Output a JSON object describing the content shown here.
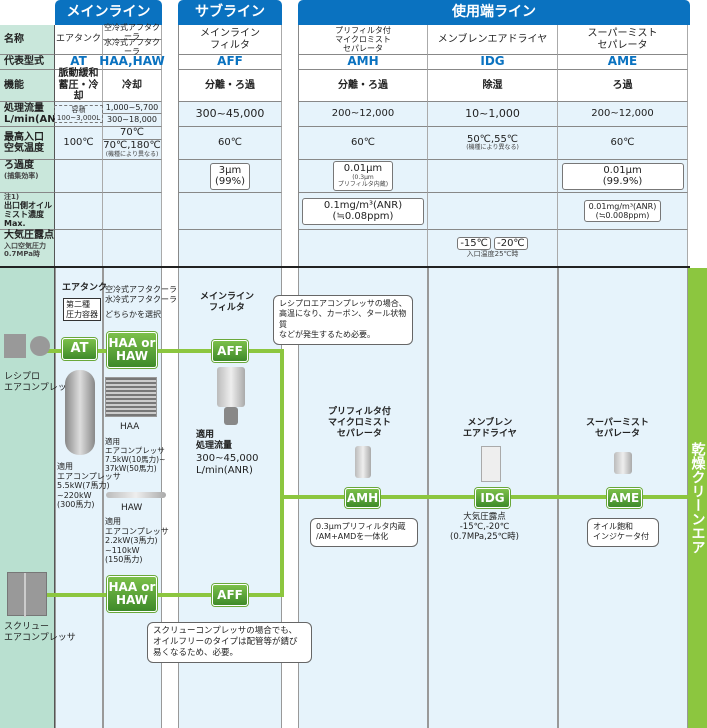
{
  "headers": {
    "main": "メインライン",
    "sub": "サブライン",
    "use": "使用端ライン"
  },
  "labels": {
    "name": "名称",
    "model": "代表型式",
    "func": "機能",
    "flow": "処理流量\nL/min(ANR)",
    "temp": "最高入口\n空気温度",
    "filt": "ろ過度",
    "filt_sub": "(捕集効率)",
    "oil_note": "注1)",
    "oil": "出口側オイル\nミスト濃度Max.",
    "dew": "大気圧露点",
    "dew_sub": "入口空気圧力\n0.7MPa時"
  },
  "columns": [
    {
      "name": "エアタンク",
      "model": "AT",
      "func": "脈動緩和\n蓄圧・冷却",
      "flow": "容積\n100~3,000L",
      "temp": "100℃"
    },
    {
      "name_a": "空冷式アフタクーラ",
      "name_b": "水冷式アフタクーラ",
      "model": "HAA,HAW",
      "func": "冷却",
      "flow_a": "1,000~5,700",
      "flow_b": "300~18,000",
      "temp_a": "70℃",
      "temp_b": "70℃,180℃",
      "temp_note": "(機種により異なる)"
    },
    {
      "name": "メインライン\nフィルタ",
      "model": "AFF",
      "func": "分離・ろ過",
      "flow": "300~45,000",
      "temp": "60℃",
      "filt": "3μm\n(99%)"
    },
    {
      "name": "プリフィルタ付\nマイクロミスト\nセパレータ",
      "model": "AMH",
      "func": "分離・ろ過",
      "flow": "200~12,000",
      "temp": "60℃",
      "filt": "0.01μm",
      "filt_note": "(0.3μm\nプリフィルタ内蔵)",
      "oil": "0.1mg/m³(ANR)\n(≒0.08ppm)"
    },
    {
      "name": "メンブレンエアドライヤ",
      "model": "IDG",
      "func": "除湿",
      "flow": "10~1,000",
      "temp": "50℃,55℃",
      "temp_note": "(機種により異なる)",
      "dew_a": "-15℃",
      "dew_b": "-20℃",
      "dew_note": "入口温度25℃時"
    },
    {
      "name": "スーパーミスト\nセパレータ",
      "model": "AME",
      "func": "ろ過",
      "flow": "200~12,000",
      "temp": "60℃",
      "filt": "0.01μm\n(99.9%)",
      "oil": "0.01mg/m³(ANR)\n(≒0.008ppm)"
    }
  ],
  "diagram": {
    "recip": "レシプロ\nエアコンプレッサ",
    "screw": "スクリュー\nエアコンプレッサ",
    "at_title": "エアタンク",
    "at_box": "第二種\n圧力容器",
    "at_spec": "適用\nエアコンプレッサ\n5.5kW(7馬力)\n~220kW\n(300馬力)",
    "cooler_title": "空冷式アフタクーラ\n水冷式アフタクーラ",
    "cooler_choice": "どちらかを選択",
    "haa": "HAA",
    "haw": "HAW",
    "haa_spec": "適用\nエアコンプレッサ\n7.5kW(10馬力)~\n37kW(50馬力)",
    "haw_spec": "適用\nエアコンプレッサ\n2.2kW(3馬力)\n~110kW\n(150馬力)",
    "aff_title": "メインライン\nフィルタ",
    "aff_spec_a": "適用\n処理流量",
    "aff_spec_b": "300~45,000\nL/min(ANR)",
    "callout_recip": "レシプロエアコンプレッサの場合、\n高温になり、カーボン、タール状物質\nなどが発生するため必要。",
    "callout_screw": "スクリューコンプレッサの場合でも、\nオイルフリーのタイプは配管等が錆び\n易くなるため、必要。",
    "amh_title": "プリフィルタ付\nマイクロミスト\nセパレータ",
    "amh_note": "0.3μmプリフィルタ内蔵\n/AM+AMDを一体化",
    "idg_title": "メンブレン\nエアドライヤ",
    "idg_note": "大気圧露点\n-15℃,-20℃\n(0.7MPa,25℃時)",
    "ame_title": "スーパーミスト\nセパレータ",
    "ame_note": "オイル飽和\nインジケータ付",
    "badges": {
      "at": "AT",
      "haa_haw": "HAA or\nHAW",
      "aff": "AFF",
      "amh": "AMH",
      "idg": "IDG",
      "ame": "AME"
    },
    "output": "乾燥クリーンエア"
  },
  "colors": {
    "blue": "#0a72c0",
    "green": "#8cc63f",
    "teal": "#c9e7db"
  }
}
